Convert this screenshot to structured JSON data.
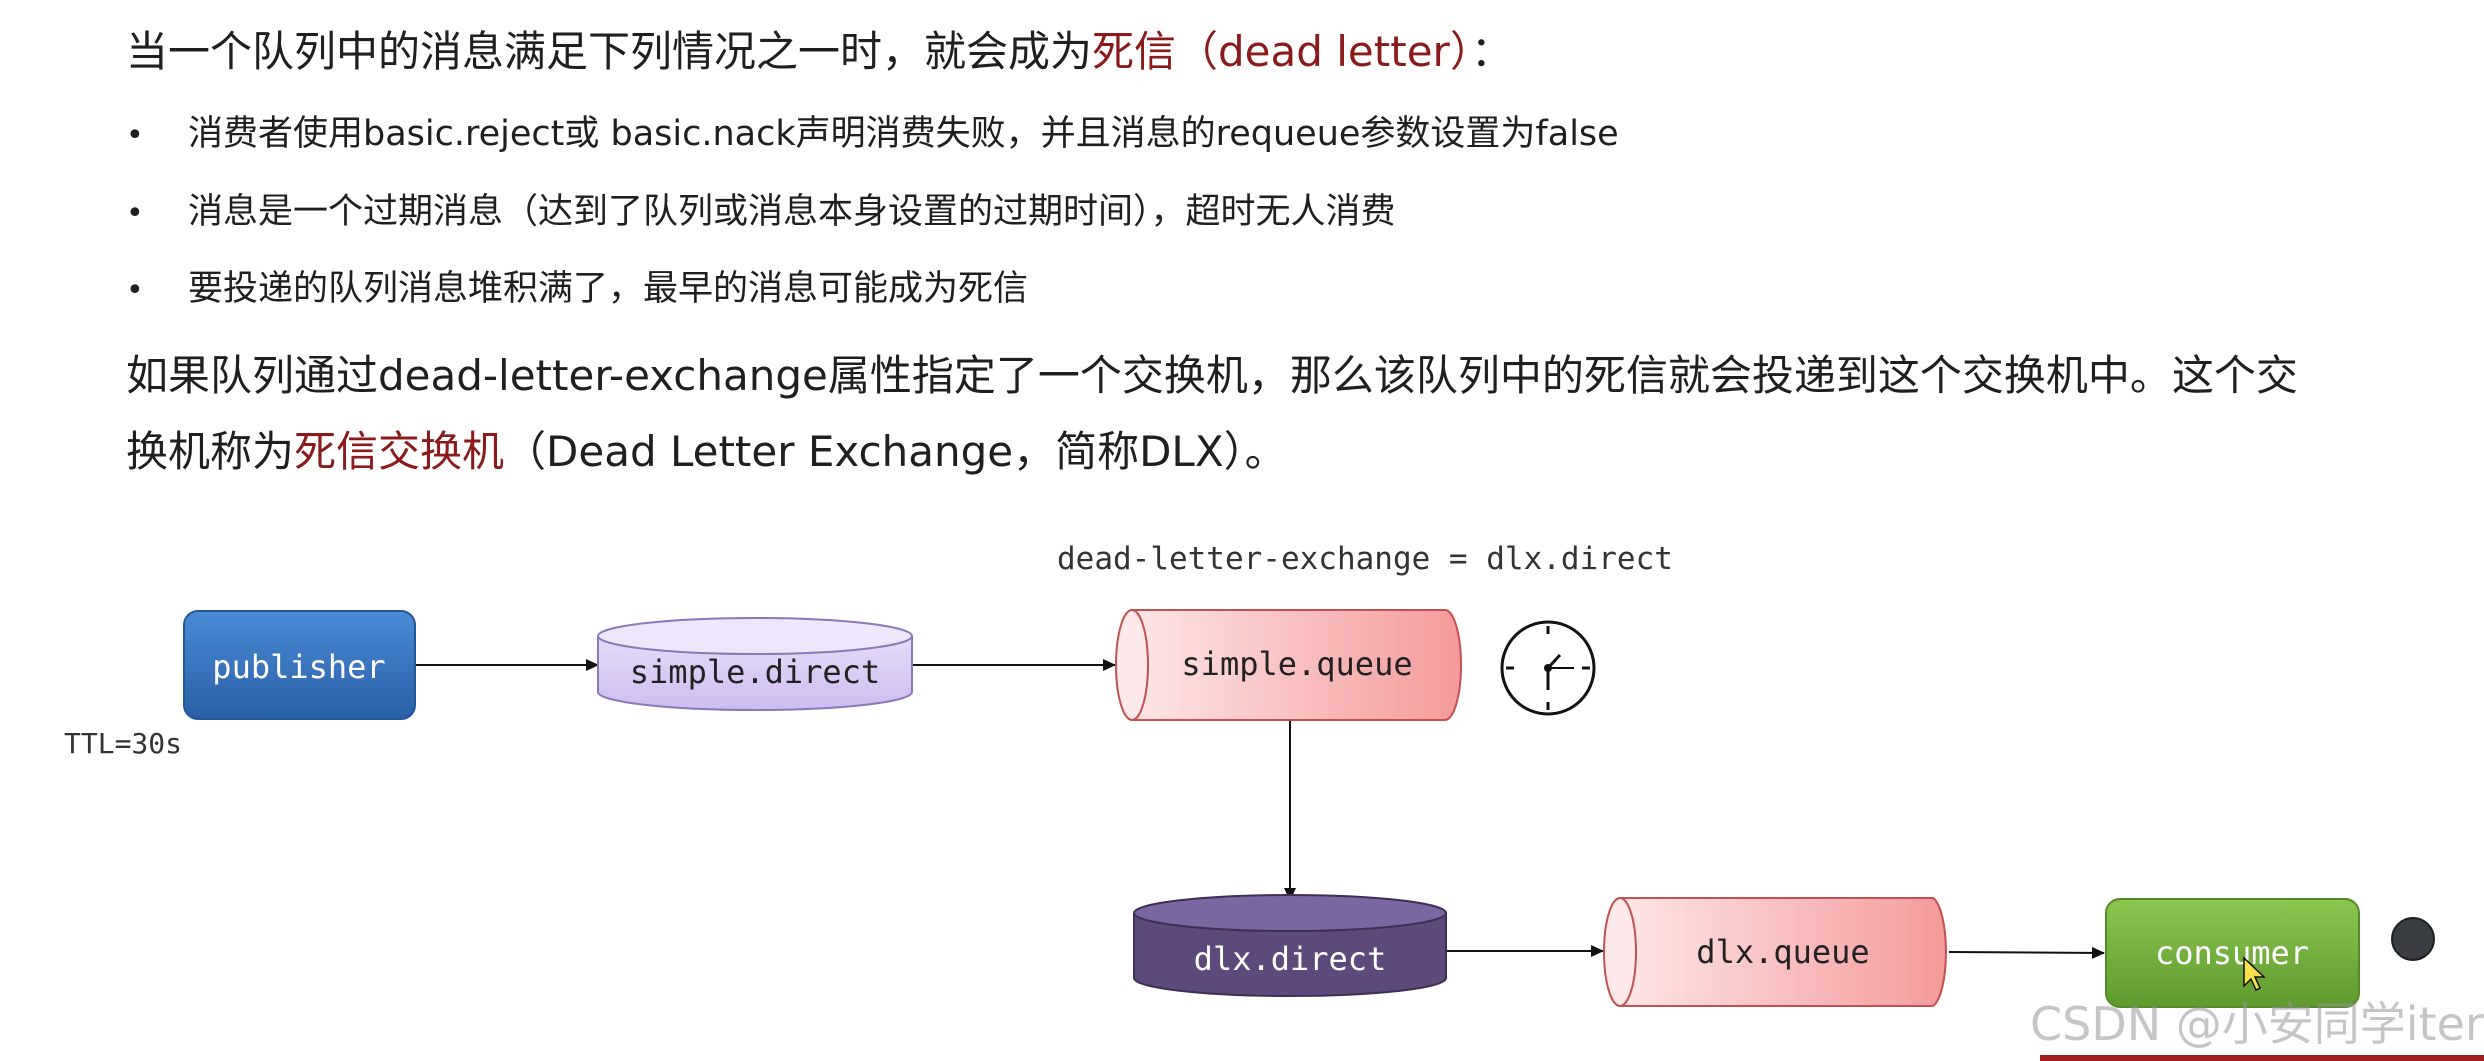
{
  "heading": {
    "prefix": "当一个队列中的消息满足下列情况之一时，就会成为",
    "highlight": "死信（dead letter）",
    "suffix": "："
  },
  "bullets": [
    "消费者使用basic.reject或 basic.nack声明消费失败，并且消息的requeue参数设置为false",
    "消息是一个过期消息（达到了队列或消息本身设置的过期时间），超时无人消费",
    "要投递的队列消息堆积满了，最早的消息可能成为死信"
  ],
  "bullet_symbol": "•",
  "paragraph": {
    "line1": "如果队列通过dead-letter-exchange属性指定了一个交换机，那么该队列中的死信就会投递到这个交换机中。这个交",
    "line2_prefix": "换机称为",
    "line2_highlight": "死信交换机",
    "line2_suffix": "（Dead Letter Exchange，简称DLX）。"
  },
  "diagram": {
    "dlx_annotation": "dead-letter-exchange = dlx.direct",
    "ttl_label": "TTL=30s",
    "nodes": {
      "publisher": "publisher",
      "simple_direct": "simple.direct",
      "simple_queue": "simple.queue",
      "dlx_direct": "dlx.direct",
      "dlx_queue": "dlx.queue",
      "consumer": "consumer"
    }
  },
  "watermark": "CSDN @小安同学iter",
  "colors": {
    "highlight_red": "#8b1a1a",
    "publisher_blue": "#3a78c4",
    "exchange_lavender": "#d9cdf2",
    "dlx_exchange_purple": "#5e4a7a",
    "queue_pink": "#f6a0a0",
    "consumer_green": "#7cb342"
  },
  "icons": {
    "clock": "clock-icon",
    "cursor": "mouse-cursor-icon",
    "record_dot": "record-dot-icon"
  }
}
